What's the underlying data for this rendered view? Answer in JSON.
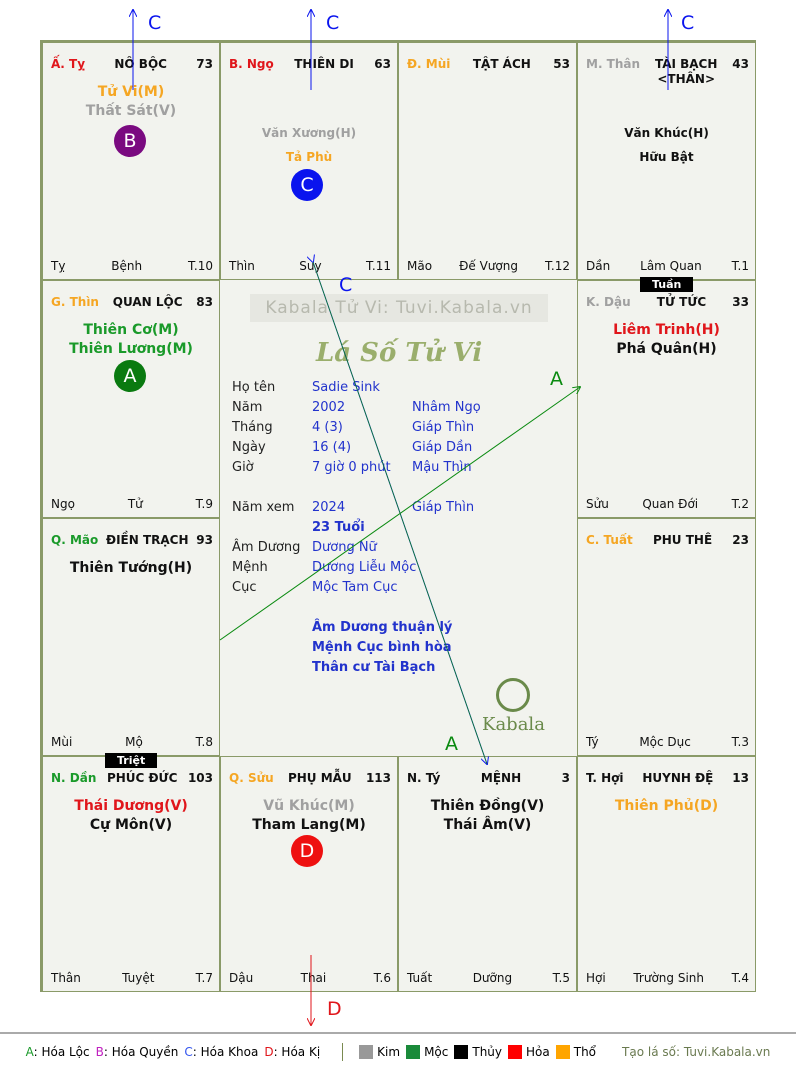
{
  "cells": [
    {
      "can": "Ấ. Tỵ",
      "can_color": "#e0161b",
      "palace": "NÔ BỘC",
      "age": "73",
      "stars": [
        {
          "t": "Tử Vi(M)",
          "c": "#f5a623",
          "k": "major"
        },
        {
          "t": "Thất Sát(V)",
          "c": "#a0a0a0",
          "k": "major"
        }
      ],
      "branch": "Tỵ",
      "stage": "Bệnh",
      "month": "T.10"
    },
    {
      "can": "B. Ngọ",
      "can_color": "#e0161b",
      "palace": "THIÊN DI",
      "age": "63",
      "stars": [
        {
          "t": "Văn Xương(H)",
          "c": "#a0a0a0",
          "k": "minor"
        },
        {
          "t": "Tả Phù",
          "c": "#f5a623",
          "k": "minor"
        }
      ],
      "branch": "Thìn",
      "stage": "Suy",
      "month": "T.11"
    },
    {
      "can": "Đ. Mùi",
      "can_color": "#f5a623",
      "palace": "TẬT ÁCH",
      "age": "53",
      "stars": [],
      "branch": "Mão",
      "stage": "Đế Vượng",
      "month": "T.12"
    },
    {
      "can": "M. Thân",
      "can_color": "#a0a0a0",
      "palace": "TÀI BẠCH <THÂN>",
      "age": "43",
      "stars": [
        {
          "t": "Văn Khúc(H)",
          "c": "#111",
          "k": "minor"
        },
        {
          "t": "Hữu Bật",
          "c": "#111",
          "k": "minor"
        }
      ],
      "branch": "Dần",
      "stage": "Lâm Quan",
      "month": "T.1"
    },
    {
      "can": "G. Thìn",
      "can_color": "#f5a623",
      "palace": "QUAN LỘC",
      "age": "83",
      "stars": [
        {
          "t": "Thiên Cơ(M)",
          "c": "#1a9a2a",
          "k": "major"
        },
        {
          "t": "Thiên Lương(M)",
          "c": "#1a9a2a",
          "k": "major"
        }
      ],
      "branch": "Ngọ",
      "stage": "Tử",
      "month": "T.9"
    },
    {
      "can": "K. Dậu",
      "can_color": "#a0a0a0",
      "palace": "TỬ TỨC",
      "age": "33",
      "stars": [
        {
          "t": "Liêm Trinh(H)",
          "c": "#e0161b",
          "k": "major"
        },
        {
          "t": "Phá Quân(H)",
          "c": "#111",
          "k": "major"
        }
      ],
      "branch": "Sửu",
      "stage": "Quan Đới",
      "month": "T.2"
    },
    {
      "can": "Q. Mão",
      "can_color": "#1a9a2a",
      "palace": "ĐIỀN TRẠCH",
      "age": "93",
      "stars": [
        {
          "t": "Thiên Tướng(H)",
          "c": "#111",
          "k": "major"
        }
      ],
      "branch": "Mùi",
      "stage": "Mộ",
      "month": "T.8"
    },
    {
      "can": "C. Tuất",
      "can_color": "#f5a623",
      "palace": "PHU THÊ",
      "age": "23",
      "stars": [],
      "branch": "Tý",
      "stage": "Mộc Dục",
      "month": "T.3"
    },
    {
      "can": "N. Dần",
      "can_color": "#1a9a2a",
      "palace": "PHÚC ĐỨC",
      "age": "103",
      "stars": [
        {
          "t": "Thái Dương(V)",
          "c": "#e0161b",
          "k": "major"
        },
        {
          "t": "Cự Môn(V)",
          "c": "#111",
          "k": "major"
        }
      ],
      "branch": "Thân",
      "stage": "Tuyệt",
      "month": "T.7"
    },
    {
      "can": "Q. Sửu",
      "can_color": "#f5a623",
      "palace": "PHỤ MẪU",
      "age": "113",
      "stars": [
        {
          "t": "Vũ Khúc(M)",
          "c": "#a0a0a0",
          "k": "major"
        },
        {
          "t": "Tham Lang(M)",
          "c": "#111",
          "k": "major"
        }
      ],
      "branch": "Dậu",
      "stage": "Thai",
      "month": "T.6"
    },
    {
      "can": "N. Tý",
      "can_color": "#111",
      "palace": "MỆNH",
      "age": "3",
      "stars": [
        {
          "t": "Thiên Đồng(V)",
          "c": "#111",
          "k": "major"
        },
        {
          "t": "Thái Âm(V)",
          "c": "#111",
          "k": "major"
        }
      ],
      "branch": "Tuất",
      "stage": "Dưỡng",
      "month": "T.5"
    },
    {
      "can": "T. Hợi",
      "can_color": "#111",
      "palace": "HUYNH ĐỆ",
      "age": "13",
      "stars": [
        {
          "t": "Thiên Phủ(D)",
          "c": "#f5a623",
          "k": "major"
        }
      ],
      "branch": "Hợi",
      "stage": "Trường Sinh",
      "month": "T.4"
    }
  ],
  "tags": {
    "tuan": "Tuần",
    "triet": "Triệt"
  },
  "badges": {
    "a": "A",
    "b": "B",
    "c": "C",
    "d": "D"
  },
  "center": {
    "watermark": "Kabala Tử Vi: Tuvi.Kabala.vn",
    "logo": "Lá Số Tử Vi",
    "brand": "Kabala",
    "rows": [
      {
        "k": "Họ tên",
        "v": "Sadie Sink",
        "w": ""
      },
      {
        "k": "Năm",
        "v": "2002",
        "w": "Nhâm Ngọ"
      },
      {
        "k": "Tháng",
        "v": "4  (3)",
        "w": "Giáp Thìn"
      },
      {
        "k": "Ngày",
        "v": "16  (4)",
        "w": "Giáp Dần"
      },
      {
        "k": "Giờ",
        "v": "7 giờ 0 phút",
        "w": "Mậu Thìn"
      }
    ],
    "year_view": {
      "k": "Năm xem",
      "v": "2024",
      "w": "Giáp Thìn"
    },
    "age": "23 Tuổi",
    "rows2": [
      {
        "k": "Âm Dương",
        "v": "Dương Nữ"
      },
      {
        "k": "Mệnh",
        "v": "Dương Liễu Mộc"
      },
      {
        "k": "Cục",
        "v": "Mộc Tam Cục"
      }
    ],
    "notes": [
      "Âm Dương thuận lý",
      "Mệnh Cục bình hòa",
      "Thân cư Tài Bạch"
    ]
  },
  "arrow_labels": {
    "a": "A",
    "c": "C",
    "d": "D"
  },
  "legend": {
    "hoa": [
      {
        "key": "A",
        "label": ": Hóa Lộc",
        "color": "#1a9a2a"
      },
      {
        "key": "B",
        "label": ": Hóa Quyền",
        "color": "#c020c0"
      },
      {
        "key": "C",
        "label": ": Hóa Khoa",
        "color": "#3355ee"
      },
      {
        "key": "D",
        "label": ": Hóa Kị",
        "color": "#e0161b"
      }
    ],
    "elements": [
      {
        "label": "Kim",
        "color": "#999999"
      },
      {
        "label": "Mộc",
        "color": "#1a8a3a"
      },
      {
        "label": "Thủy",
        "color": "#000000"
      },
      {
        "label": "Hỏa",
        "color": "#ff0000"
      },
      {
        "label": "Thổ",
        "color": "#ffa500"
      }
    ],
    "credit": "Tạo lá số: Tuvi.Kabala.vn"
  }
}
